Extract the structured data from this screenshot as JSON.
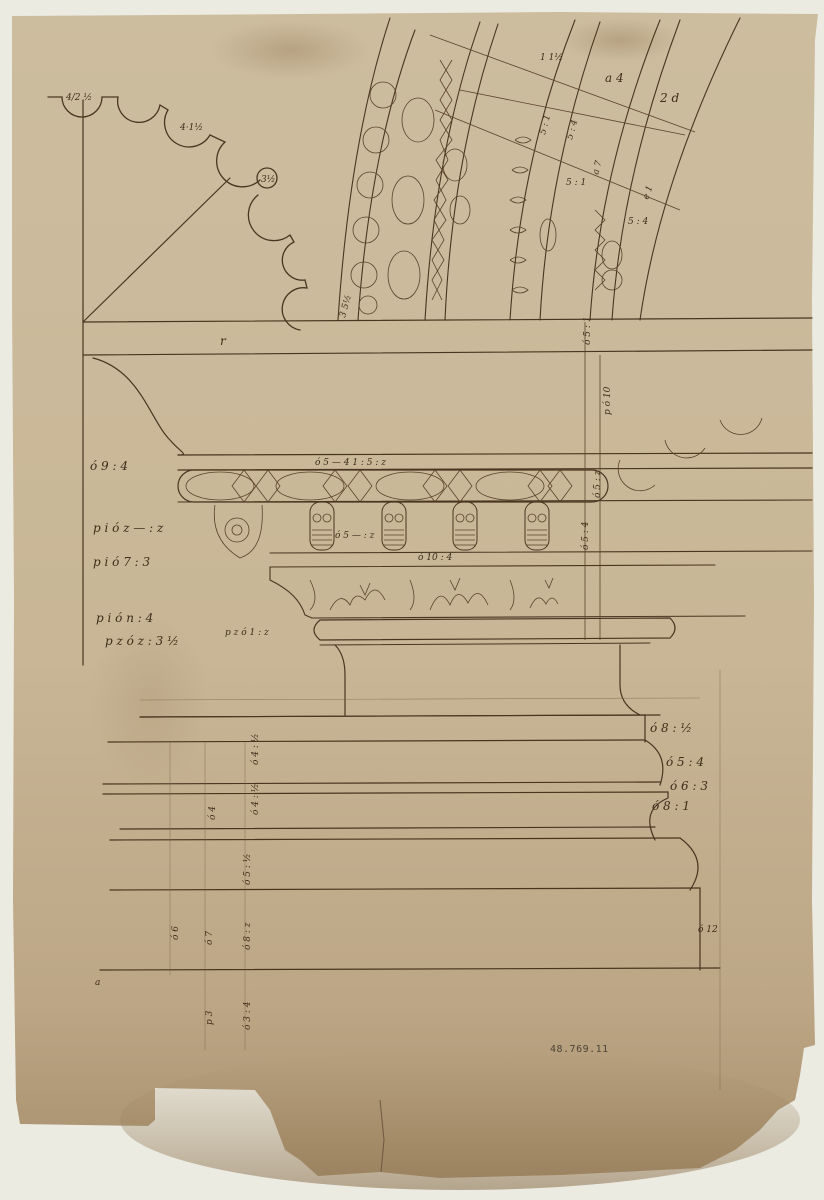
{
  "artwork": {
    "subject": "Architectural drawing: arch soffit ornament, Corinthian-type capital with dentils and egg-and-dart, and column base profile with measurements",
    "medium_colors": {
      "paper": "#c9b797",
      "paper_dark": "#a89271",
      "ink": "#4a3520",
      "mount": "#ecebe2"
    },
    "accession_number": "48.769.11"
  },
  "labels": {
    "top_left_scallop": "4/2 ½",
    "top_scallop_mid": "4·1½",
    "top_scallop_circle": "3½",
    "arch_label_1": "3 5½",
    "arch_label_2": "1 1½",
    "arch_label_3": "5 : 1",
    "arch_label_4": "5 : 4",
    "arch_label_5": "a 4",
    "arch_label_6": "2 d",
    "arch_label_7": "a 7",
    "arch_label_8": "5 : 1",
    "arch_label_9": "5 : 4",
    "arch_label_10": "e 1",
    "arch_soffit_mark": "r",
    "cap_left_1": "ó 9 : 4",
    "cap_left_2": "p i ó z — : z",
    "cap_left_3": "p i ó 7 : 3",
    "cap_left_4": "p i ó n : 4",
    "cap_left_5": "p z ó z : 3 ½",
    "cap_mid_1": "ó 5 — 4 1 : 5 : z",
    "cap_mid_2": "ó 5 — : z",
    "cap_mid_3": "ó 10 : 4",
    "cap_mid_4": "p z ó 1 : z",
    "cap_right_1": "ó 5 : 1",
    "cap_right_2": "p ó 10",
    "cap_right_3": "ó 5 : z",
    "cap_right_4": "ó 5 : 4",
    "base_right_1": "ó 8 : ½",
    "base_right_2": "ó 5 : 4",
    "base_right_3": "ó 6 : 3",
    "base_right_4": "ó 8 : 1",
    "base_right_5": "ó 12",
    "base_left_1": "ó 4 : ½",
    "base_left_2": "ó 4 : ½",
    "base_left_3": "ó 4",
    "base_left_4": "ó 5 : ½",
    "base_left_5": "ó 6",
    "base_left_6": "ó 7",
    "base_left_7": "ó 8 : z",
    "base_left_8": "p 3",
    "base_left_9": "ó 3 : 4",
    "corner_mark": "a"
  }
}
